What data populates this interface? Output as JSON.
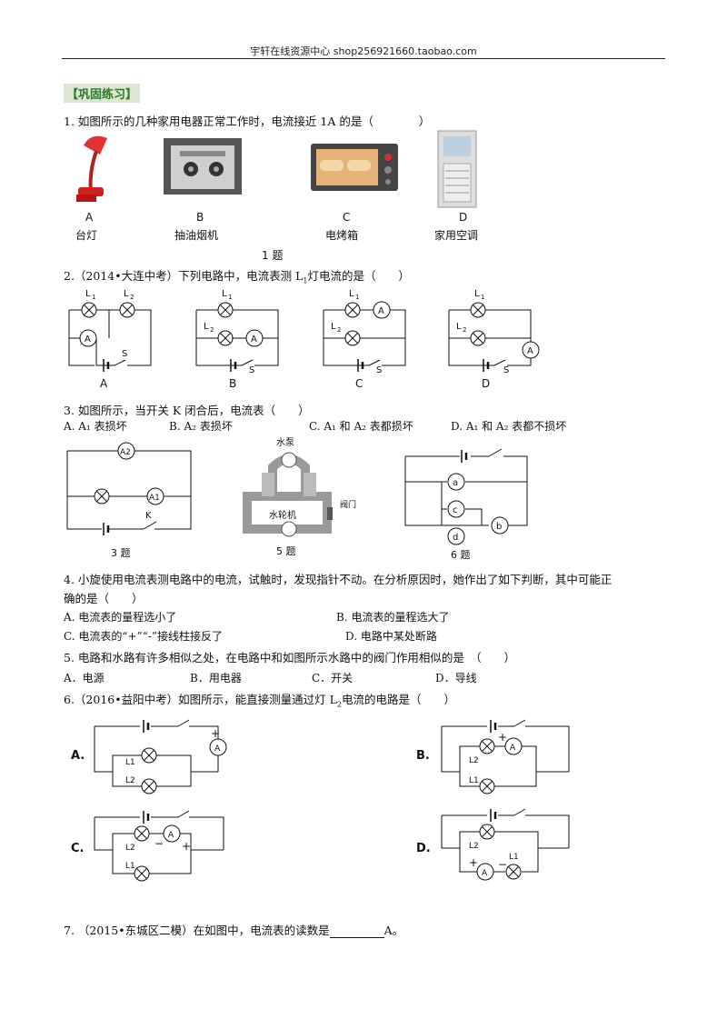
{
  "header": "宇轩在线资源中心   shop256921660.taobao.com",
  "section_title": "【巩固练习】",
  "q1": {
    "text": "1.  如图所示的几种家用电器正常工作时，电流接近 1A 的是（　　　　）",
    "options": [
      {
        "letter": "A",
        "name": "台灯"
      },
      {
        "letter": "B",
        "name": "抽油烟机"
      },
      {
        "letter": "C",
        "name": "电烤箱"
      },
      {
        "letter": "D",
        "name": "家用空调"
      }
    ],
    "caption": "1 题"
  },
  "q2": {
    "text_pre": "2.（2014•大连中考）下列电路中，电流表测 L",
    "sub": "1",
    "text_post": "灯电流的是（　　）",
    "labels": {
      "L1": "L1",
      "L2": "L2",
      "S": "S",
      "A": "A"
    },
    "options": [
      "A",
      "B",
      "C",
      "D"
    ]
  },
  "q3": {
    "text": "3.  如图所示，当开关 K 闭合后，电流表（　　）",
    "options": [
      "A. A₁ 表损坏",
      "B. A₂ 表损坏",
      "C. A₁ 和 A₂ 表都损坏",
      "D. A₁ 和 A₂ 表都不损坏"
    ],
    "fig3_caption": "3 题",
    "fig3_labels": {
      "A2": "A2",
      "A1": "A1",
      "K": "K"
    },
    "fig5_caption": "5 题",
    "fig5_labels": {
      "pump": "水泵",
      "turbine": "水轮机",
      "valve": "阀门"
    },
    "fig6_caption": "6 题",
    "fig6_labels": {
      "a": "a",
      "b": "b",
      "c": "c",
      "d": "d"
    }
  },
  "q4": {
    "line1": "4.  小旋使用电流表测电路中的电流，试触时，发现指针不动。在分析原因时，她作出了如下判断，其中可能正",
    "line2": "确的是（　　）",
    "options": [
      "A. 电流表的量程选小了",
      "B. 电流表的量程选大了",
      "C. 电流表的“+”“-”接线柱接反了",
      "D. 电路中某处断路"
    ]
  },
  "q5": {
    "text": "5.  电路和水路有许多相似之处，在电路中和如图所示水路中的阀门作用相似的是　（　　）",
    "options": [
      "A．电源",
      "B．用电器",
      "C．开关",
      "D．导线"
    ]
  },
  "q6": {
    "text_pre": "6.（2016•益阳中考）如图所示，能直接测量通过灯 L",
    "sub": "2",
    "text_post": "电流的电路是（　　）",
    "options": [
      "A.",
      "B.",
      "C.",
      "D."
    ],
    "labels": {
      "L1": "L1",
      "L2": "L2",
      "A": "A",
      "plus": "+",
      "minus": "−"
    }
  },
  "q7": {
    "text_pre": "7.  （2015•东城区二模）在如图中，电流表的读数是",
    "text_post": "A。"
  }
}
